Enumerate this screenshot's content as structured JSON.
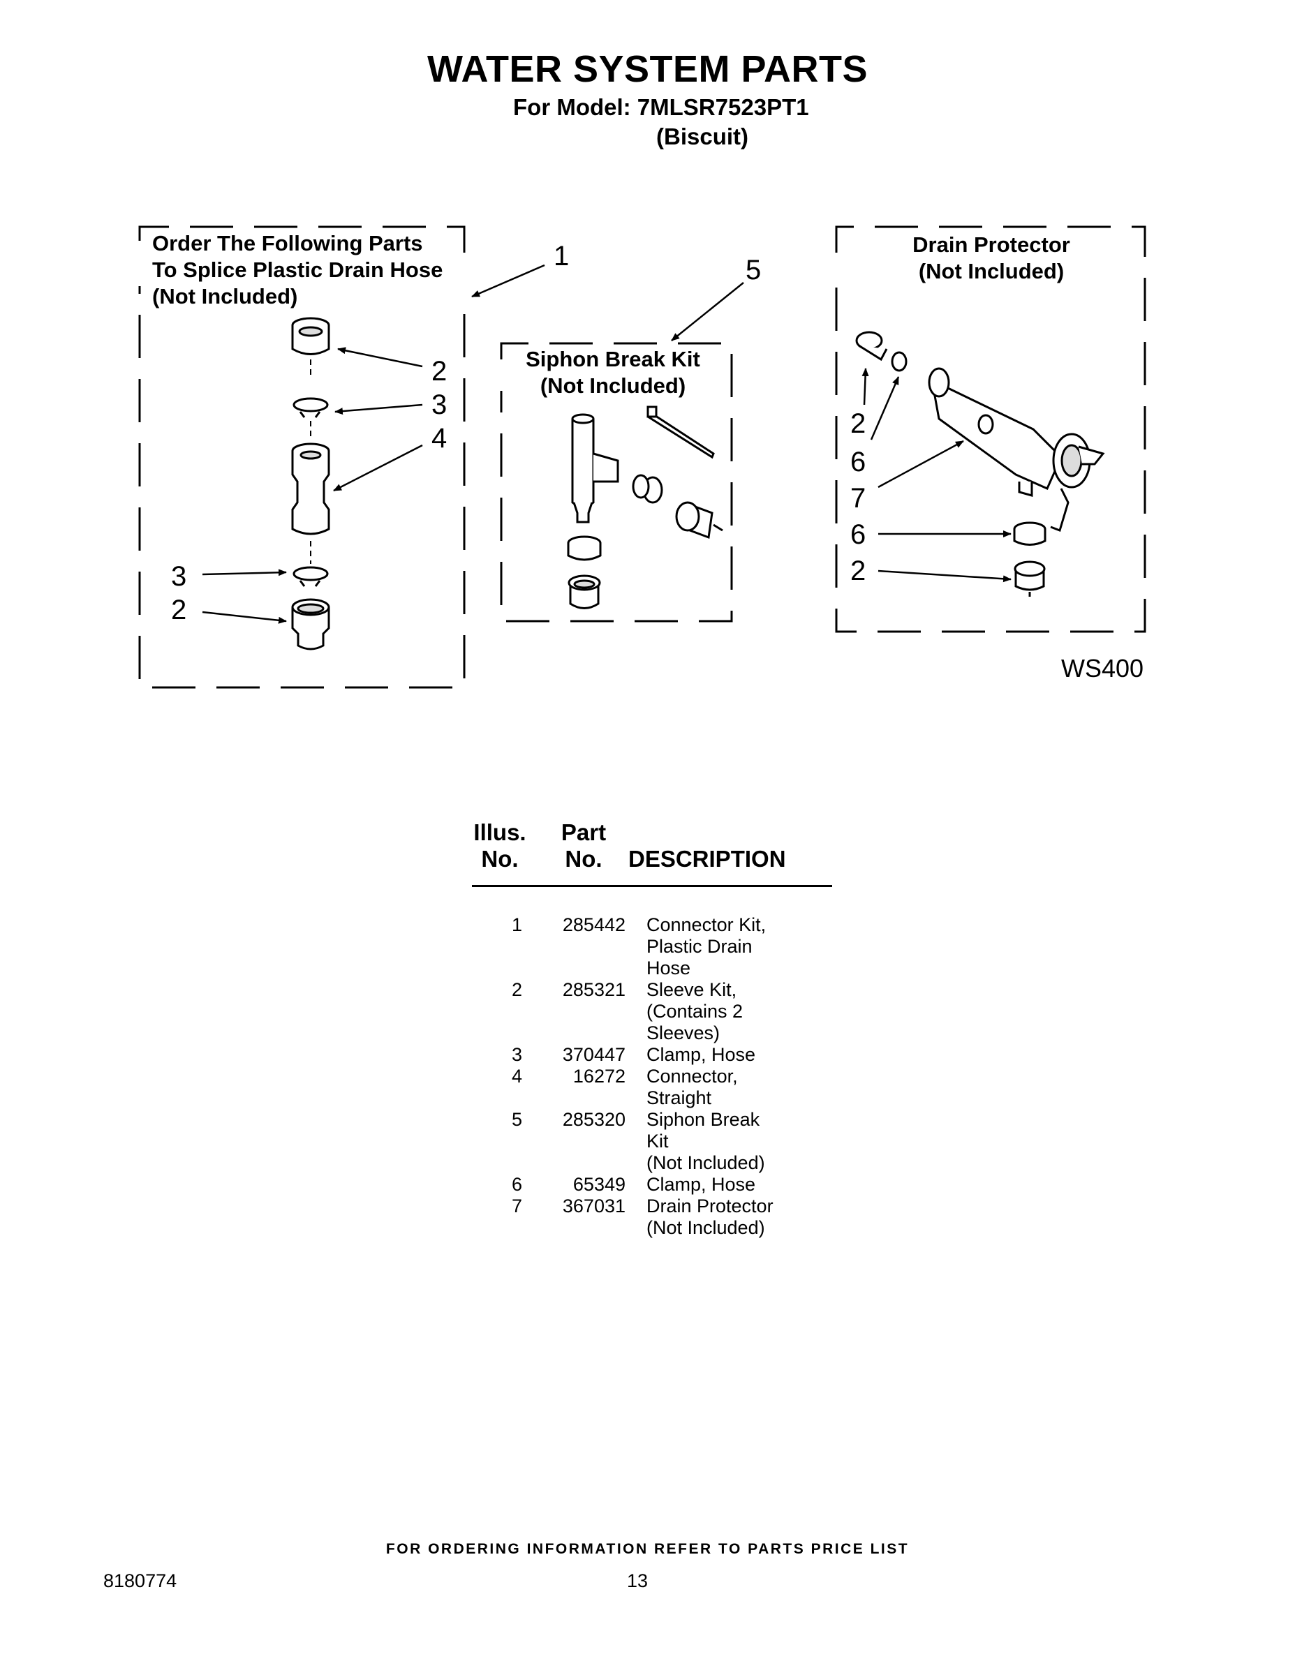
{
  "header": {
    "title": "WATER SYSTEM PARTS",
    "model_line": "For Model: 7MLSR7523PT1",
    "color_line": "(Biscuit)"
  },
  "diagram": {
    "box_splice": {
      "line1": "Order The Following Parts",
      "line2": "To Splice Plastic Drain Hose",
      "line3": "(Not Included)"
    },
    "box_siphon": {
      "line1": "Siphon Break Kit",
      "line2": "(Not Included)"
    },
    "box_drain": {
      "line1": "Drain Protector",
      "line2": "(Not Included)"
    },
    "callouts": {
      "c1": "1",
      "c5": "5",
      "left_2a": "2",
      "left_3a": "3",
      "left_4": "4",
      "left_3b": "3",
      "left_2b": "2",
      "right_2a": "2",
      "right_6a": "6",
      "right_7": "7",
      "right_6b": "6",
      "right_2b": "2"
    },
    "code": "WS400"
  },
  "table": {
    "headers": {
      "illus_top": "Illus.",
      "illus_bottom": "No.",
      "part_top": "Part",
      "part_bottom": "No.",
      "description": "DESCRIPTION"
    },
    "rows": [
      {
        "illus": "1",
        "part": "285442",
        "desc": "Connector Kit,\nPlastic Drain\nHose"
      },
      {
        "illus": "2",
        "part": "285321",
        "desc": "Sleeve Kit,\n(Contains 2\nSleeves)"
      },
      {
        "illus": "3",
        "part": "370447",
        "desc": "Clamp, Hose"
      },
      {
        "illus": "4",
        "part": "16272",
        "desc": "Connector,\nStraight"
      },
      {
        "illus": "5",
        "part": "285320",
        "desc": "Siphon Break\nKit\n(Not Included)"
      },
      {
        "illus": "6",
        "part": "65349",
        "desc": "Clamp, Hose"
      },
      {
        "illus": "7",
        "part": "367031",
        "desc": "Drain Protector\n(Not Included)"
      }
    ]
  },
  "footer": {
    "note": "FOR ORDERING INFORMATION REFER TO PARTS PRICE LIST",
    "doc_number": "8180774",
    "page": "13"
  }
}
